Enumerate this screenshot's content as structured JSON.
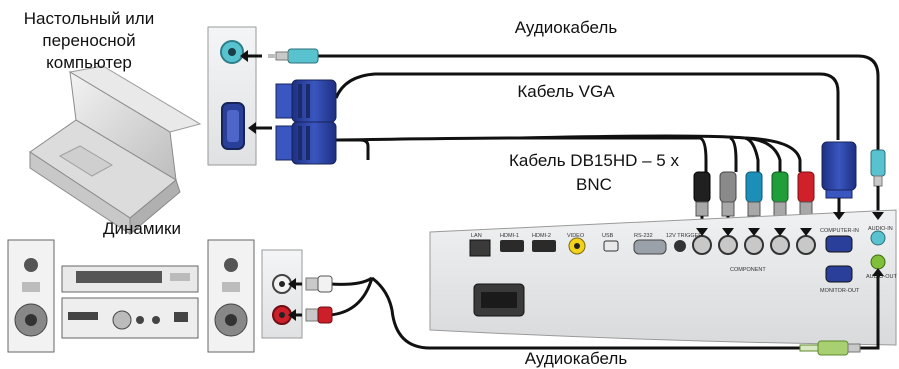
{
  "labels": {
    "computer_line1": "Настольный или",
    "computer_line2": "переносной",
    "computer_line3": "компьютер",
    "audio_cable_top": "Аудиокабель",
    "vga_cable": "Кабель VGA",
    "bnc_cable_line1": "Кабель DB15HD – 5 x",
    "bnc_cable_line2": "BNC",
    "speakers": "Динамики",
    "audio_cable_bottom": "Аудиокабель"
  },
  "projector_panel": {
    "lan": "LAN",
    "hdmi1": "HDMI-1",
    "hdmi2": "HDMI-2",
    "video": "VIDEO",
    "usb": "USB",
    "rs232": "RS-232",
    "trigger": "12V TRIGGER",
    "component": "COMPONENT",
    "computer_in": "COMPUTER-IN",
    "monitor_out": "MONITOR-OUT",
    "audio_in": "AUDIO-IN",
    "audio_out": "AUDIO-OUT"
  },
  "colors": {
    "bnc_plugs": [
      "#202020",
      "#8a8a8a",
      "#1b8fb8",
      "#1f9e3a",
      "#d0202a"
    ],
    "vga_connector": "#2a3f9a",
    "audio_jack_tip": "#59c2cf",
    "rca_red": "#cc1f2a",
    "rca_white": "#f2f2f2",
    "cable": "#111111"
  }
}
